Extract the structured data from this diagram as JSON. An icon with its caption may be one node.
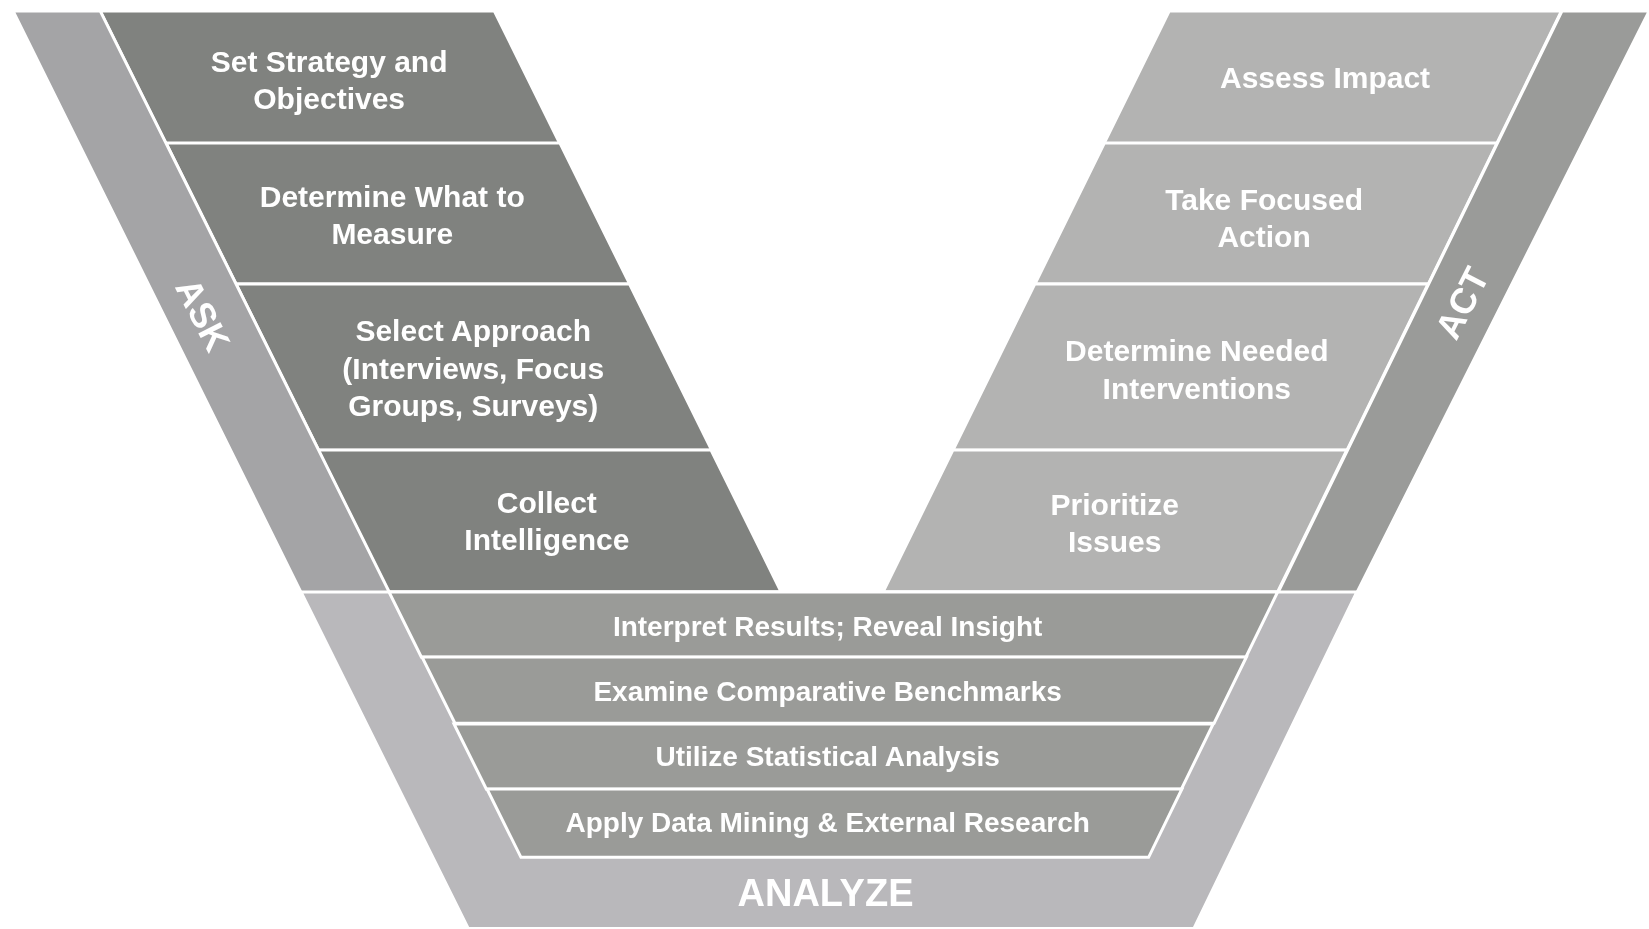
{
  "diagram": {
    "nodes": [
      {
        "text": [
          "Set Strategy and Objectives"
        ]
      },
      {
        "text": [
          "Determine What to Measure"
        ]
      },
      {
        "text": [
          "Select Approach (Interviews, Focus Groups, Surveys)"
        ]
      },
      {
        "text": [
          "Collect Intelligence"
        ]
      },
      {
        "text": [
          "ASK"
        ]
      },
      {
        "text": [
          "Assess Impact"
        ]
      },
      {
        "text": [
          "Take Focused Action"
        ]
      },
      {
        "text": [
          "Determine Needed Interventions"
        ]
      },
      {
        "text": [
          "Prioritize Issues"
        ]
      },
      {
        "text": [
          "ACT"
        ]
      },
      {
        "text": [
          "ANALYZE"
        ]
      },
      {
        "text": [
          "Interpret Results; Reveal Insight"
        ],
        "in": 10
      },
      {
        "text": [
          "Examine Comparative Benchmarks"
        ],
        "in": 10
      },
      {
        "text": [
          "Utilize Statistical Analysis"
        ],
        "in": 10
      },
      {
        "text": [
          "Apply Data Mining & External Research"
        ],
        "in": 10
      }
    ]
  }
}
